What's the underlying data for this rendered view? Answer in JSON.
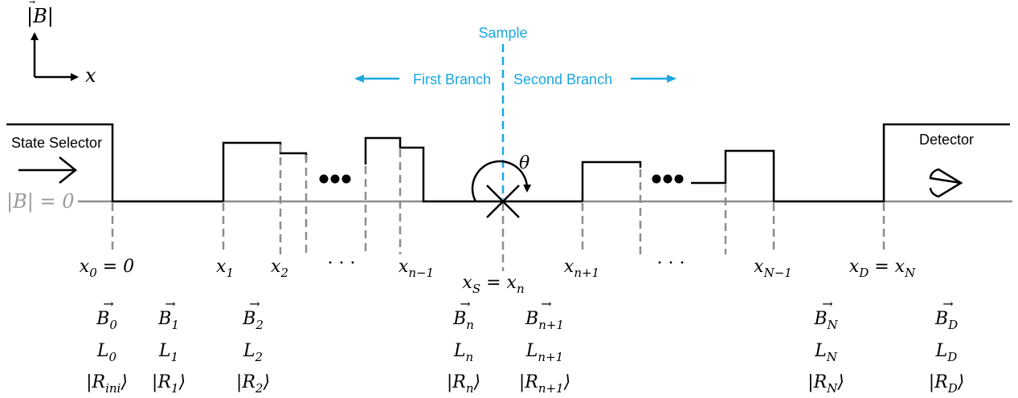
{
  "colors": {
    "profile": "#000000",
    "zero_line": "#8c8c8c",
    "marker": "#8c8c8c",
    "sample_accent": "#1aa7e0",
    "zero_label": "#9a9a9a"
  },
  "axes": {
    "y_symbol": "B",
    "x_label": "x"
  },
  "zero_label": {
    "lhs": "B",
    "rhs": "= 0"
  },
  "sample": {
    "label": "Sample",
    "first_branch": "First Branch",
    "second_branch": "Second Branch"
  },
  "angle_label": "θ",
  "state_selector_label": "State Selector",
  "detector_label": "Detector",
  "positions": [
    {
      "base": "x",
      "sub": "0",
      "suffix": " = 0"
    },
    {
      "base": "x",
      "sub": "1",
      "suffix": ""
    },
    {
      "base": "x",
      "sub": "2",
      "suffix": ""
    },
    {
      "base": "x",
      "sub": "n−1",
      "suffix": ""
    },
    {
      "base": "x",
      "sub": "S",
      "suffix": " = x",
      "suffix_sub": "n"
    },
    {
      "base": "x",
      "sub": "n+1",
      "suffix": ""
    },
    {
      "base": "x",
      "sub": "N−1",
      "suffix": ""
    },
    {
      "base": "x",
      "sub": "D",
      "suffix": " = x",
      "suffix_sub": "N"
    }
  ],
  "ellipsis": "· · ·",
  "region_columns": [
    {
      "field": "B",
      "field_sub": "0",
      "length": "L",
      "length_sub": "0",
      "state": "R",
      "state_sub": "ini"
    },
    {
      "field": "B",
      "field_sub": "1",
      "length": "L",
      "length_sub": "1",
      "state": "R",
      "state_sub": "1"
    },
    {
      "field": "B",
      "field_sub": "2",
      "length": "L",
      "length_sub": "2",
      "state": "R",
      "state_sub": "2"
    },
    {
      "field": "B",
      "field_sub": "n",
      "length": "L",
      "length_sub": "n",
      "state": "R",
      "state_sub": "n"
    },
    {
      "field": "B",
      "field_sub": "n+1",
      "length": "L",
      "length_sub": "n+1",
      "state": "R",
      "state_sub": "n+1"
    },
    {
      "field": "B",
      "field_sub": "N",
      "length": "L",
      "length_sub": "N",
      "state": "R",
      "state_sub": "N"
    },
    {
      "field": "B",
      "field_sub": "D",
      "length": "L",
      "length_sub": "D",
      "state": "R",
      "state_sub": "D"
    }
  ]
}
